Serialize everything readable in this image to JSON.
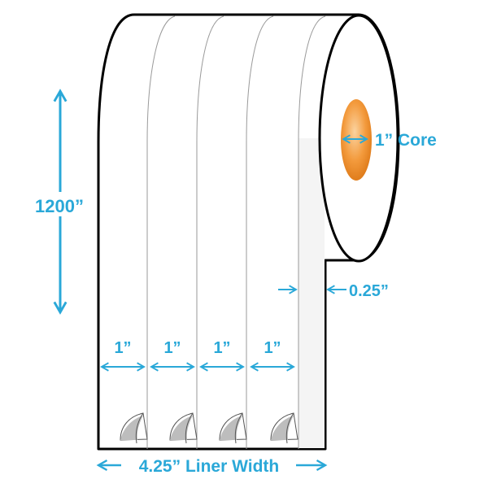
{
  "colors": {
    "dimension": "#2aa8d8",
    "outline": "#000000",
    "core_fill": "#f39a3c",
    "core_highlight": "#fbd3a0",
    "curl_shadow": "#bdbdbd",
    "gap_shade": "#e6e6e6"
  },
  "labels": {
    "roll_length": "1200”",
    "core": "1” Core",
    "gap": "0.25”",
    "label_width": "1”",
    "liner_width": "4.25” Liner Width"
  },
  "diagram": {
    "label_columns": 4,
    "roll_length_in": 1200,
    "core_diameter_in": 1,
    "label_width_in": 1,
    "gap_in": 0.25,
    "liner_width_in": 4.25
  }
}
